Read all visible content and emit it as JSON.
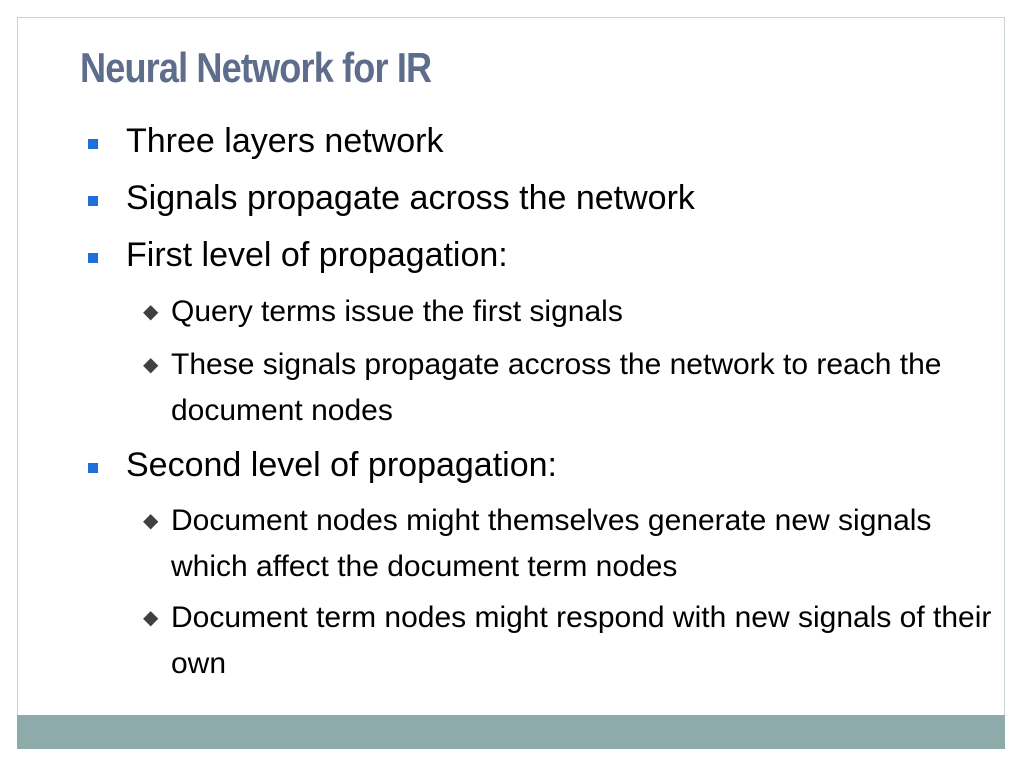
{
  "slide": {
    "title": "Neural Network for IR",
    "bullets": [
      {
        "text": "Three layers network"
      },
      {
        "text": "Signals propagate across the network"
      },
      {
        "text": "First level of propagation:"
      },
      {
        "text": "Query terms issue the first signals"
      },
      {
        "text": "These signals propagate accross the network to reach the document nodes"
      },
      {
        "text": "Second level of propagation:"
      },
      {
        "text": "Document nodes might themselves generate new signals which affect the document term nodes"
      },
      {
        "text": "Document term nodes might respond with new signals of their own"
      }
    ],
    "colors": {
      "title": "#5e6d8c",
      "bullet_square": "#1e6fd9",
      "footer_bar": "#8faaaa",
      "frame_border": "#c8d4d4"
    },
    "icons": {
      "level1": "square-bullet-icon",
      "level2": "diamond-bullet-icon"
    }
  }
}
